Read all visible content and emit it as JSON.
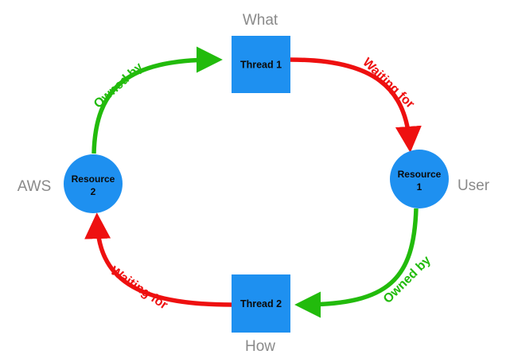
{
  "labels": {
    "top": "What",
    "bottom": "How",
    "left": "AWS",
    "right": "User"
  },
  "nodes": {
    "thread1": "Thread 1",
    "thread2": "Thread 2",
    "resource1_line1": "Resource",
    "resource1_line2": "1",
    "resource2_line1": "Resource",
    "resource2_line2": "2"
  },
  "edges": {
    "owned_by_top": "Owned by",
    "waiting_for_top": "Waiting for",
    "owned_by_bottom": "Owned by",
    "waiting_for_bottom": "Waiting for"
  },
  "colors": {
    "node_fill": "#1e90f0",
    "owned_by": "#22bb0c",
    "waiting_for": "#ee1010",
    "side_label": "#8a8a8a"
  }
}
